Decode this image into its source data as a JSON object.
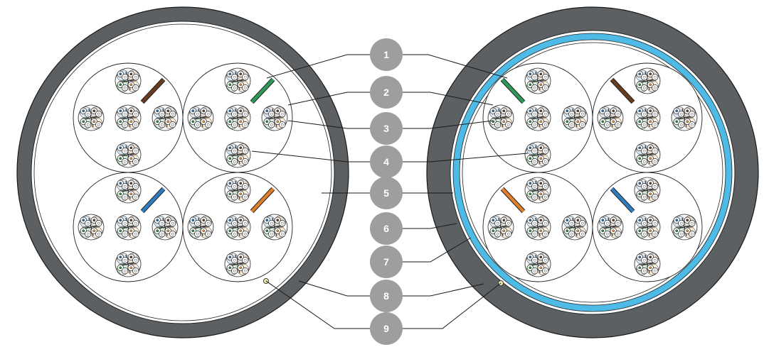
{
  "callouts": [
    {
      "label": "1"
    },
    {
      "label": "2"
    },
    {
      "label": "3"
    },
    {
      "label": "4"
    },
    {
      "label": "5"
    },
    {
      "label": "6"
    },
    {
      "label": "7"
    },
    {
      "label": "8"
    },
    {
      "label": "9"
    }
  ],
  "colors": {
    "jacket": "#5d6063",
    "jacket_outline": "#1a1a1a",
    "armor_blue": "#4dbbe5",
    "callout_badge": "#9e9e9e",
    "pair_blue": "#2e6da4",
    "pair_orange": "#e08a2e",
    "pair_green": "#2f8a3e",
    "pair_brown": "#6a4023",
    "separator_brown": "#6a3b1e",
    "separator_green": "#2e9a5a",
    "separator_blue": "#2e7dc0",
    "separator_orange": "#e0802a",
    "ripcord": "#e6e2a4"
  },
  "cables": [
    {
      "name": "left-cable",
      "has_armor": false
    },
    {
      "name": "right-cable",
      "has_armor": true
    }
  ]
}
